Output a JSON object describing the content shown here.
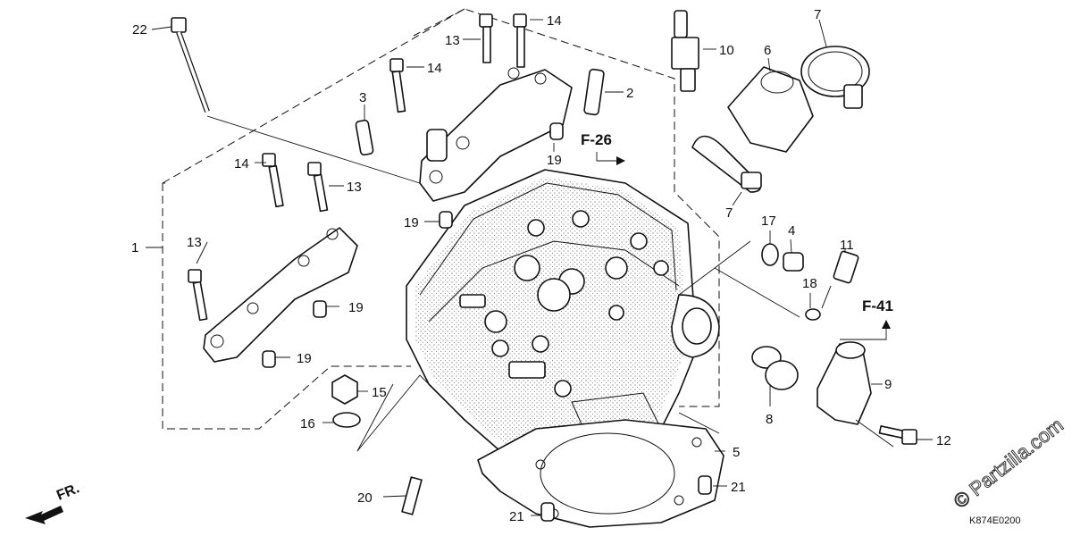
{
  "diagram": {
    "callouts": [
      {
        "id": "c1",
        "label": "1"
      },
      {
        "id": "c2",
        "label": "2"
      },
      {
        "id": "c3",
        "label": "3"
      },
      {
        "id": "c4",
        "label": "4"
      },
      {
        "id": "c5",
        "label": "5"
      },
      {
        "id": "c6",
        "label": "6"
      },
      {
        "id": "c7a",
        "label": "7"
      },
      {
        "id": "c7b",
        "label": "7"
      },
      {
        "id": "c8",
        "label": "8"
      },
      {
        "id": "c9",
        "label": "9"
      },
      {
        "id": "c10",
        "label": "10"
      },
      {
        "id": "c11",
        "label": "11"
      },
      {
        "id": "c12",
        "label": "12"
      },
      {
        "id": "c13a",
        "label": "13"
      },
      {
        "id": "c13b",
        "label": "13"
      },
      {
        "id": "c13c",
        "label": "13"
      },
      {
        "id": "c14a",
        "label": "14"
      },
      {
        "id": "c14b",
        "label": "14"
      },
      {
        "id": "c14c",
        "label": "14"
      },
      {
        "id": "c15",
        "label": "15"
      },
      {
        "id": "c16",
        "label": "16"
      },
      {
        "id": "c17",
        "label": "17"
      },
      {
        "id": "c18",
        "label": "18"
      },
      {
        "id": "c19a",
        "label": "19"
      },
      {
        "id": "c19b",
        "label": "19"
      },
      {
        "id": "c19c",
        "label": "19"
      },
      {
        "id": "c19d",
        "label": "19"
      },
      {
        "id": "c20",
        "label": "20"
      },
      {
        "id": "c21a",
        "label": "21"
      },
      {
        "id": "c21b",
        "label": "21"
      },
      {
        "id": "c22",
        "label": "22"
      }
    ],
    "references": {
      "f26": "F-26",
      "f41": "F-41"
    },
    "front_label": "FR.",
    "diagram_code": "K874E0200"
  },
  "watermark": "© Partzilla.com"
}
